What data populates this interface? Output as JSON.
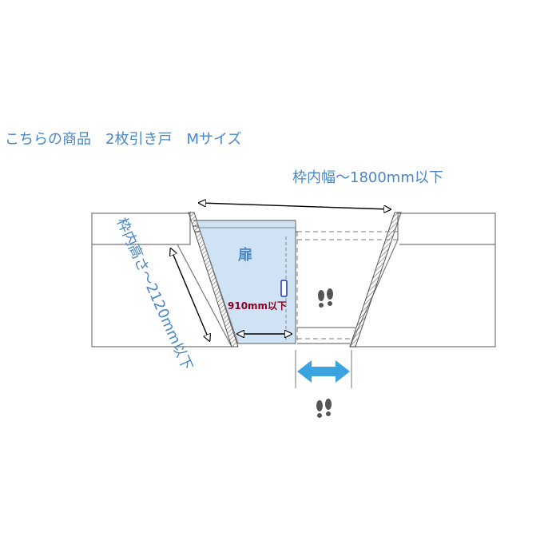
{
  "diagram": {
    "title": "こちらの商品　2枚引き戸　Mサイズ",
    "width_label": "枠内幅～1800mm以下",
    "height_label": "枠内高さ～2120mm以下",
    "door_label": "扉",
    "door_width_label": "910mm以下",
    "colors": {
      "label_blue": "#4a86c8",
      "door_fill": "#cfe3f5",
      "opening_arrow": "#3aa3e0",
      "dim_text_red": "#8b0020"
    },
    "icons": [
      "footprints-icon",
      "footprints-icon"
    ]
  }
}
